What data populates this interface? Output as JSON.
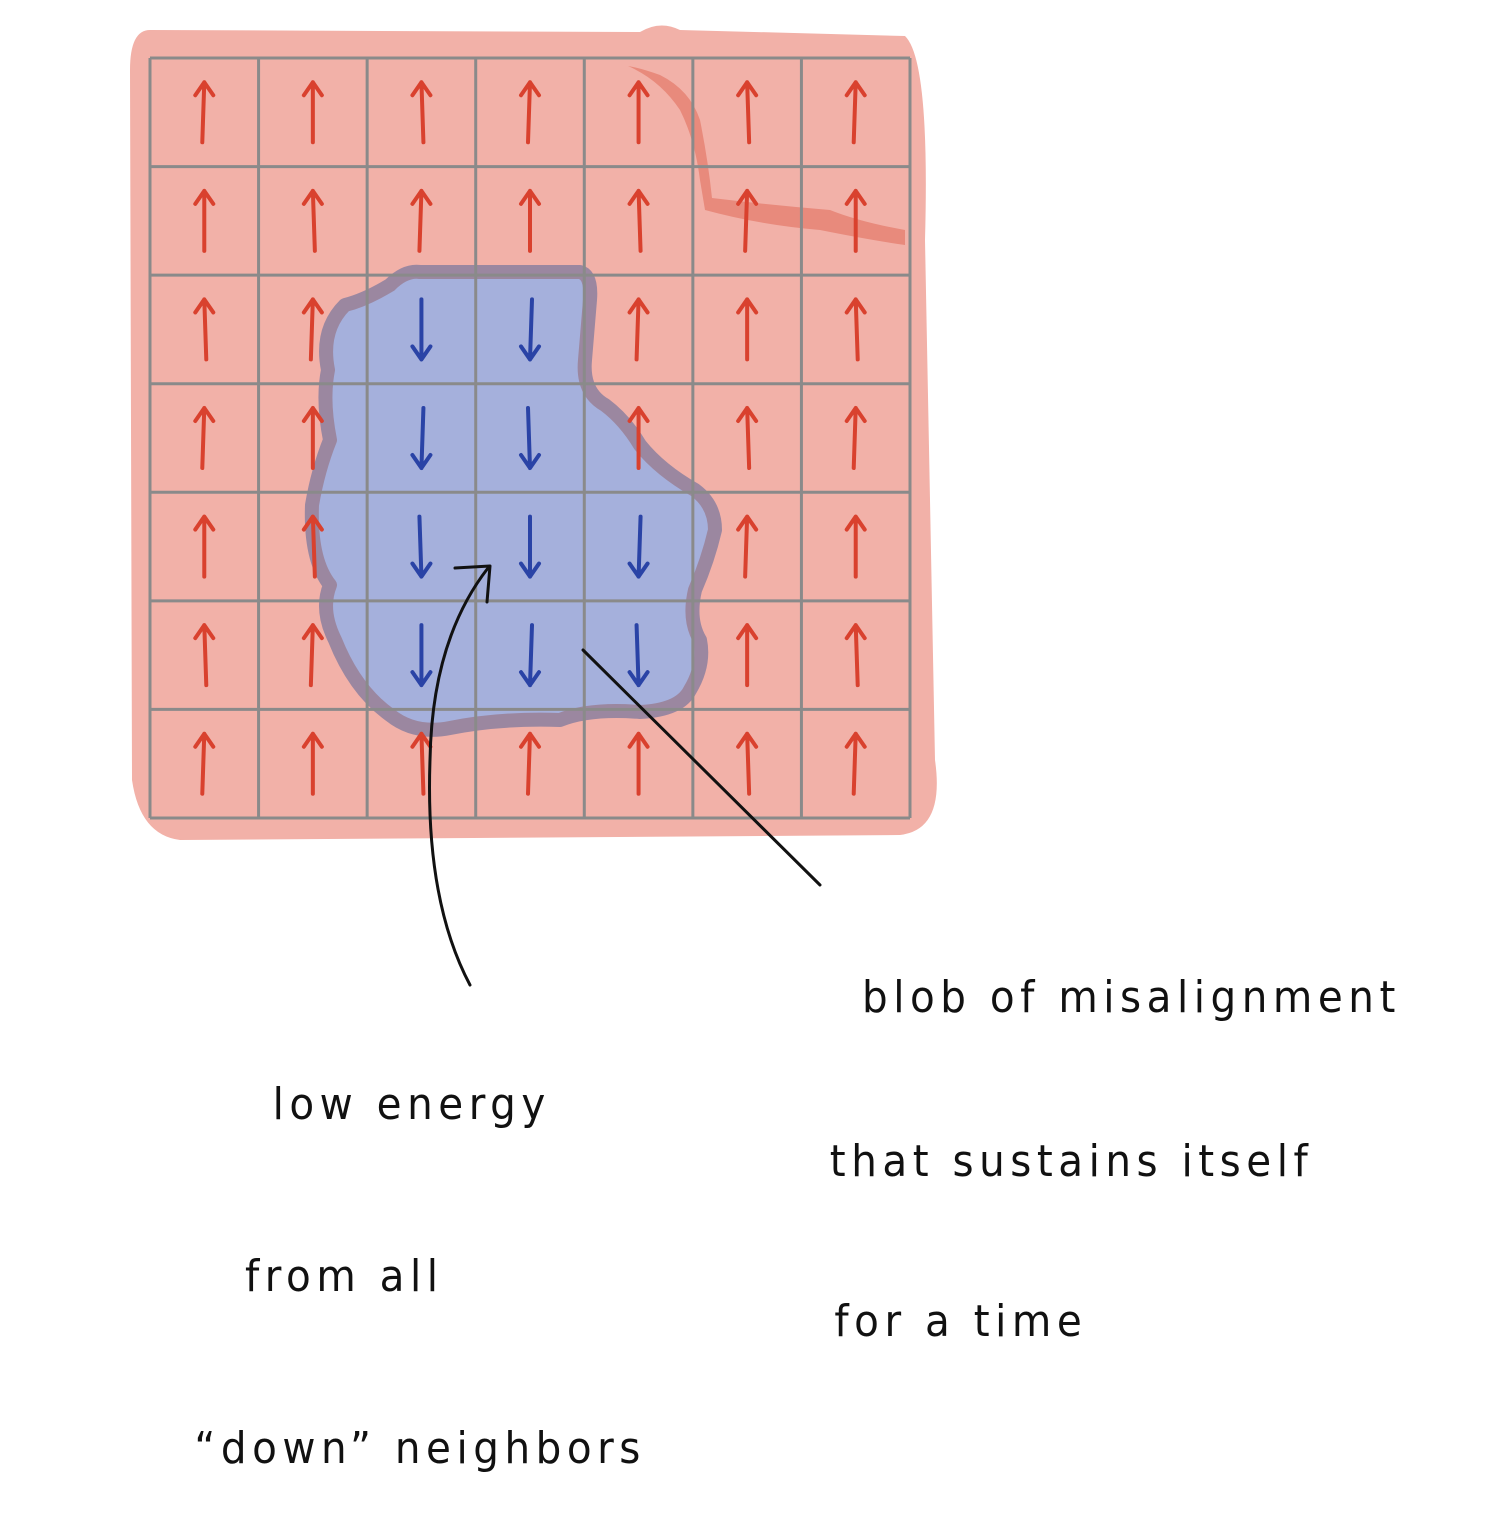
{
  "diagram": {
    "grid": {
      "rows": 7,
      "cols": 7,
      "spins": [
        [
          "up",
          "up",
          "up",
          "up",
          "up",
          "up",
          "up"
        ],
        [
          "up",
          "up",
          "up",
          "up",
          "up",
          "up",
          "up"
        ],
        [
          "up",
          "up",
          "down",
          "down",
          "up",
          "up",
          "up"
        ],
        [
          "up",
          "up",
          "down",
          "down",
          "up",
          "up",
          "up"
        ],
        [
          "up",
          "up",
          "down",
          "down",
          "down",
          "up",
          "up"
        ],
        [
          "up",
          "up",
          "down",
          "down",
          "down",
          "up",
          "up"
        ],
        [
          "up",
          "up",
          "up",
          "up",
          "up",
          "up",
          "up"
        ]
      ]
    },
    "colors": {
      "up_region": "#f2b1a8",
      "up_arrow": "#d9412e",
      "down_region": "#a5b0dc",
      "down_border": "#9b87a0",
      "down_arrow": "#2a43a6",
      "grid_line": "#8a8a8a",
      "corner_patch": "#e88a7c",
      "annotation": "#111111"
    },
    "annotations": {
      "low_energy": {
        "lines": [
          "low energy",
          "from all",
          "“down” neighbors"
        ]
      },
      "blob": {
        "lines": [
          "blob of misalignment",
          "that sustains itself",
          "for a time"
        ]
      }
    }
  }
}
